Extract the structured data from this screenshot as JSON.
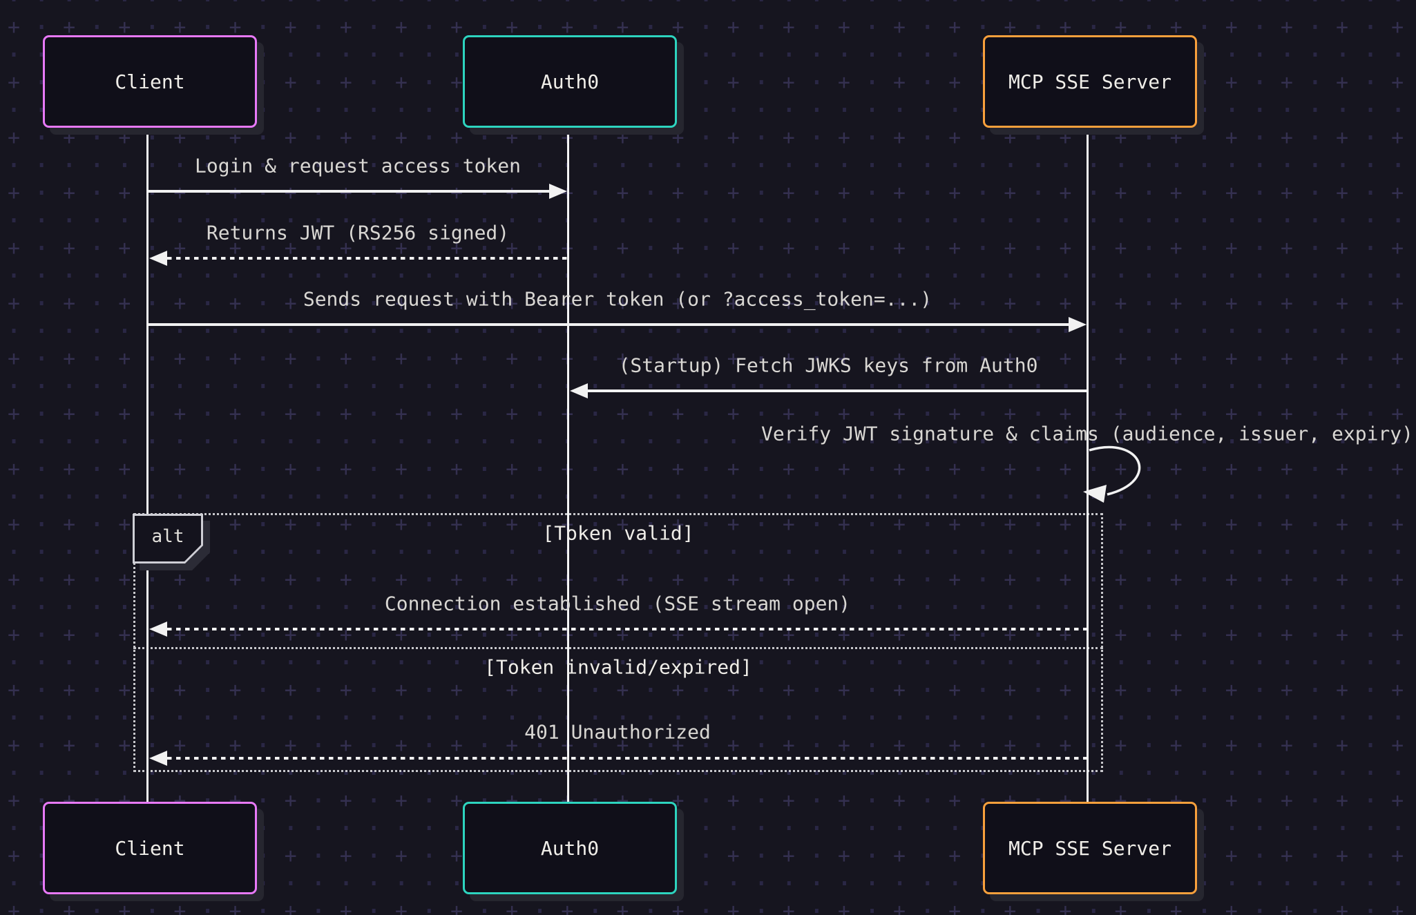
{
  "diagram_type": "sequence",
  "actors": [
    {
      "name": "Client",
      "accent": "#e879f9"
    },
    {
      "name": "Auth0",
      "accent": "#2dd4bf"
    },
    {
      "name": "MCP SSE Server",
      "accent": "#f9a03c"
    }
  ],
  "messages": [
    {
      "label": "Login & request access token",
      "from": "Client",
      "to": "Auth0",
      "style": "solid"
    },
    {
      "label": "Returns JWT (RS256 signed)",
      "from": "Auth0",
      "to": "Client",
      "style": "dotted"
    },
    {
      "label": "Sends request with Bearer token (or ?access_token=...)",
      "from": "Client",
      "to": "MCP SSE Server",
      "style": "solid"
    },
    {
      "label": "(Startup) Fetch JWKS keys from Auth0",
      "from": "MCP SSE Server",
      "to": "Auth0",
      "style": "solid"
    },
    {
      "label": "Verify JWT signature & claims (audience, issuer, expiry)",
      "from": "MCP SSE Server",
      "to": "MCP SSE Server",
      "style": "self-loop"
    },
    {
      "label": "Connection established (SSE stream open)",
      "from": "MCP SSE Server",
      "to": "Client",
      "style": "dotted"
    },
    {
      "label": "401 Unauthorized",
      "from": "MCP SSE Server",
      "to": "Client",
      "style": "dotted"
    }
  ],
  "alt_block": {
    "label": "alt",
    "guards": [
      "[Token valid]",
      "[Token invalid/expired]"
    ]
  },
  "colors": {
    "background": "#16151f",
    "client_accent": "#e879f9",
    "auth0_accent": "#2dd4bf",
    "mcp_accent": "#f9a03c",
    "arrow": "#f2f2f2",
    "frame": "#c9c9cd"
  }
}
